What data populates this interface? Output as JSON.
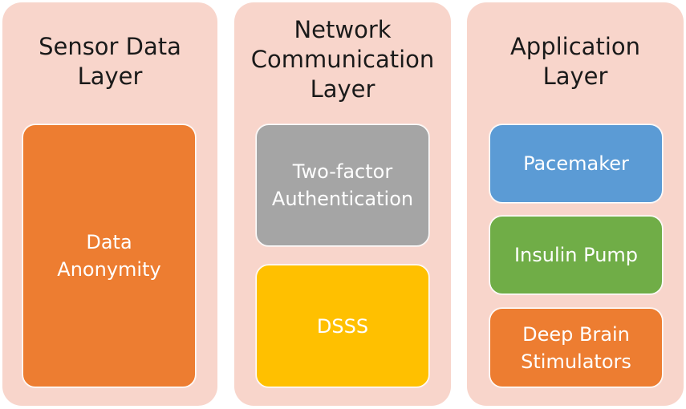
{
  "layers": {
    "sensor": {
      "title_line1": "Sensor Data",
      "title_line2": "Layer",
      "box_line1": "Data",
      "box_line2": "Anonymity"
    },
    "network": {
      "title_line1": "Network",
      "title_line2": "Communication",
      "title_line3": "Layer",
      "box1_line1": "Two-factor",
      "box1_line2": "Authentication",
      "box2": "DSSS"
    },
    "application": {
      "title_line1": "Application",
      "title_line2": "Layer",
      "box1": "Pacemaker",
      "box2": "Insulin Pump",
      "box3_line1": "Deep Brain",
      "box3_line2": "Stimulators"
    }
  },
  "colors": {
    "column_background": "#f8d5cb",
    "orange": "#ed7d31",
    "gray": "#a5a5a5",
    "gold": "#ffc000",
    "blue": "#5b9bd5",
    "green": "#70ad47"
  }
}
